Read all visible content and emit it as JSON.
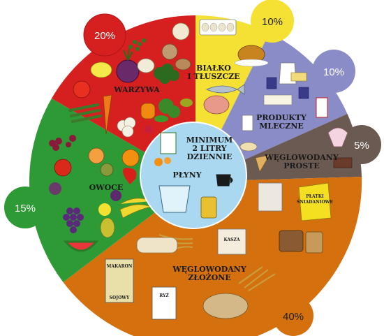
{
  "segments": {
    "vegetables": {
      "label": "WARZYWA",
      "percent": "20%",
      "color": "#d62020"
    },
    "protein": {
      "label_line1": "BIAŁKO",
      "label_line2": "I TŁUSZCZE",
      "percent": "10%",
      "color": "#f5e133"
    },
    "dairy": {
      "label_line1": "PRODUKTY",
      "label_line2": "MLECZNE",
      "percent": "10%",
      "color": "#8a8cc8"
    },
    "simple_carbs": {
      "label_line1": "WĘGLOWODANY",
      "label_line2": "PROSTE",
      "percent": "5%",
      "color": "#6b5a52"
    },
    "complex_carbs": {
      "label_line1": "WĘGLOWODANY",
      "label_line2": "ZŁOŻONE",
      "percent": "40%",
      "color": "#d4700e"
    },
    "fruits": {
      "label": "OWOCE",
      "percent": "15%",
      "color": "#2e9a36"
    }
  },
  "center": {
    "line1": "MINIMUM",
    "line2": "2 LITRY",
    "line3": "DZIENNIE",
    "title": "PŁYNY",
    "color": "#a9d8f0"
  },
  "packages": {
    "makaron": "MAKARON",
    "sojowy": "SOJOWY",
    "ryz": "RYŻ",
    "kasza": "KASZA",
    "platki_line1": "PŁATKI",
    "platki_line2": "ŚNIADANIOWE"
  }
}
